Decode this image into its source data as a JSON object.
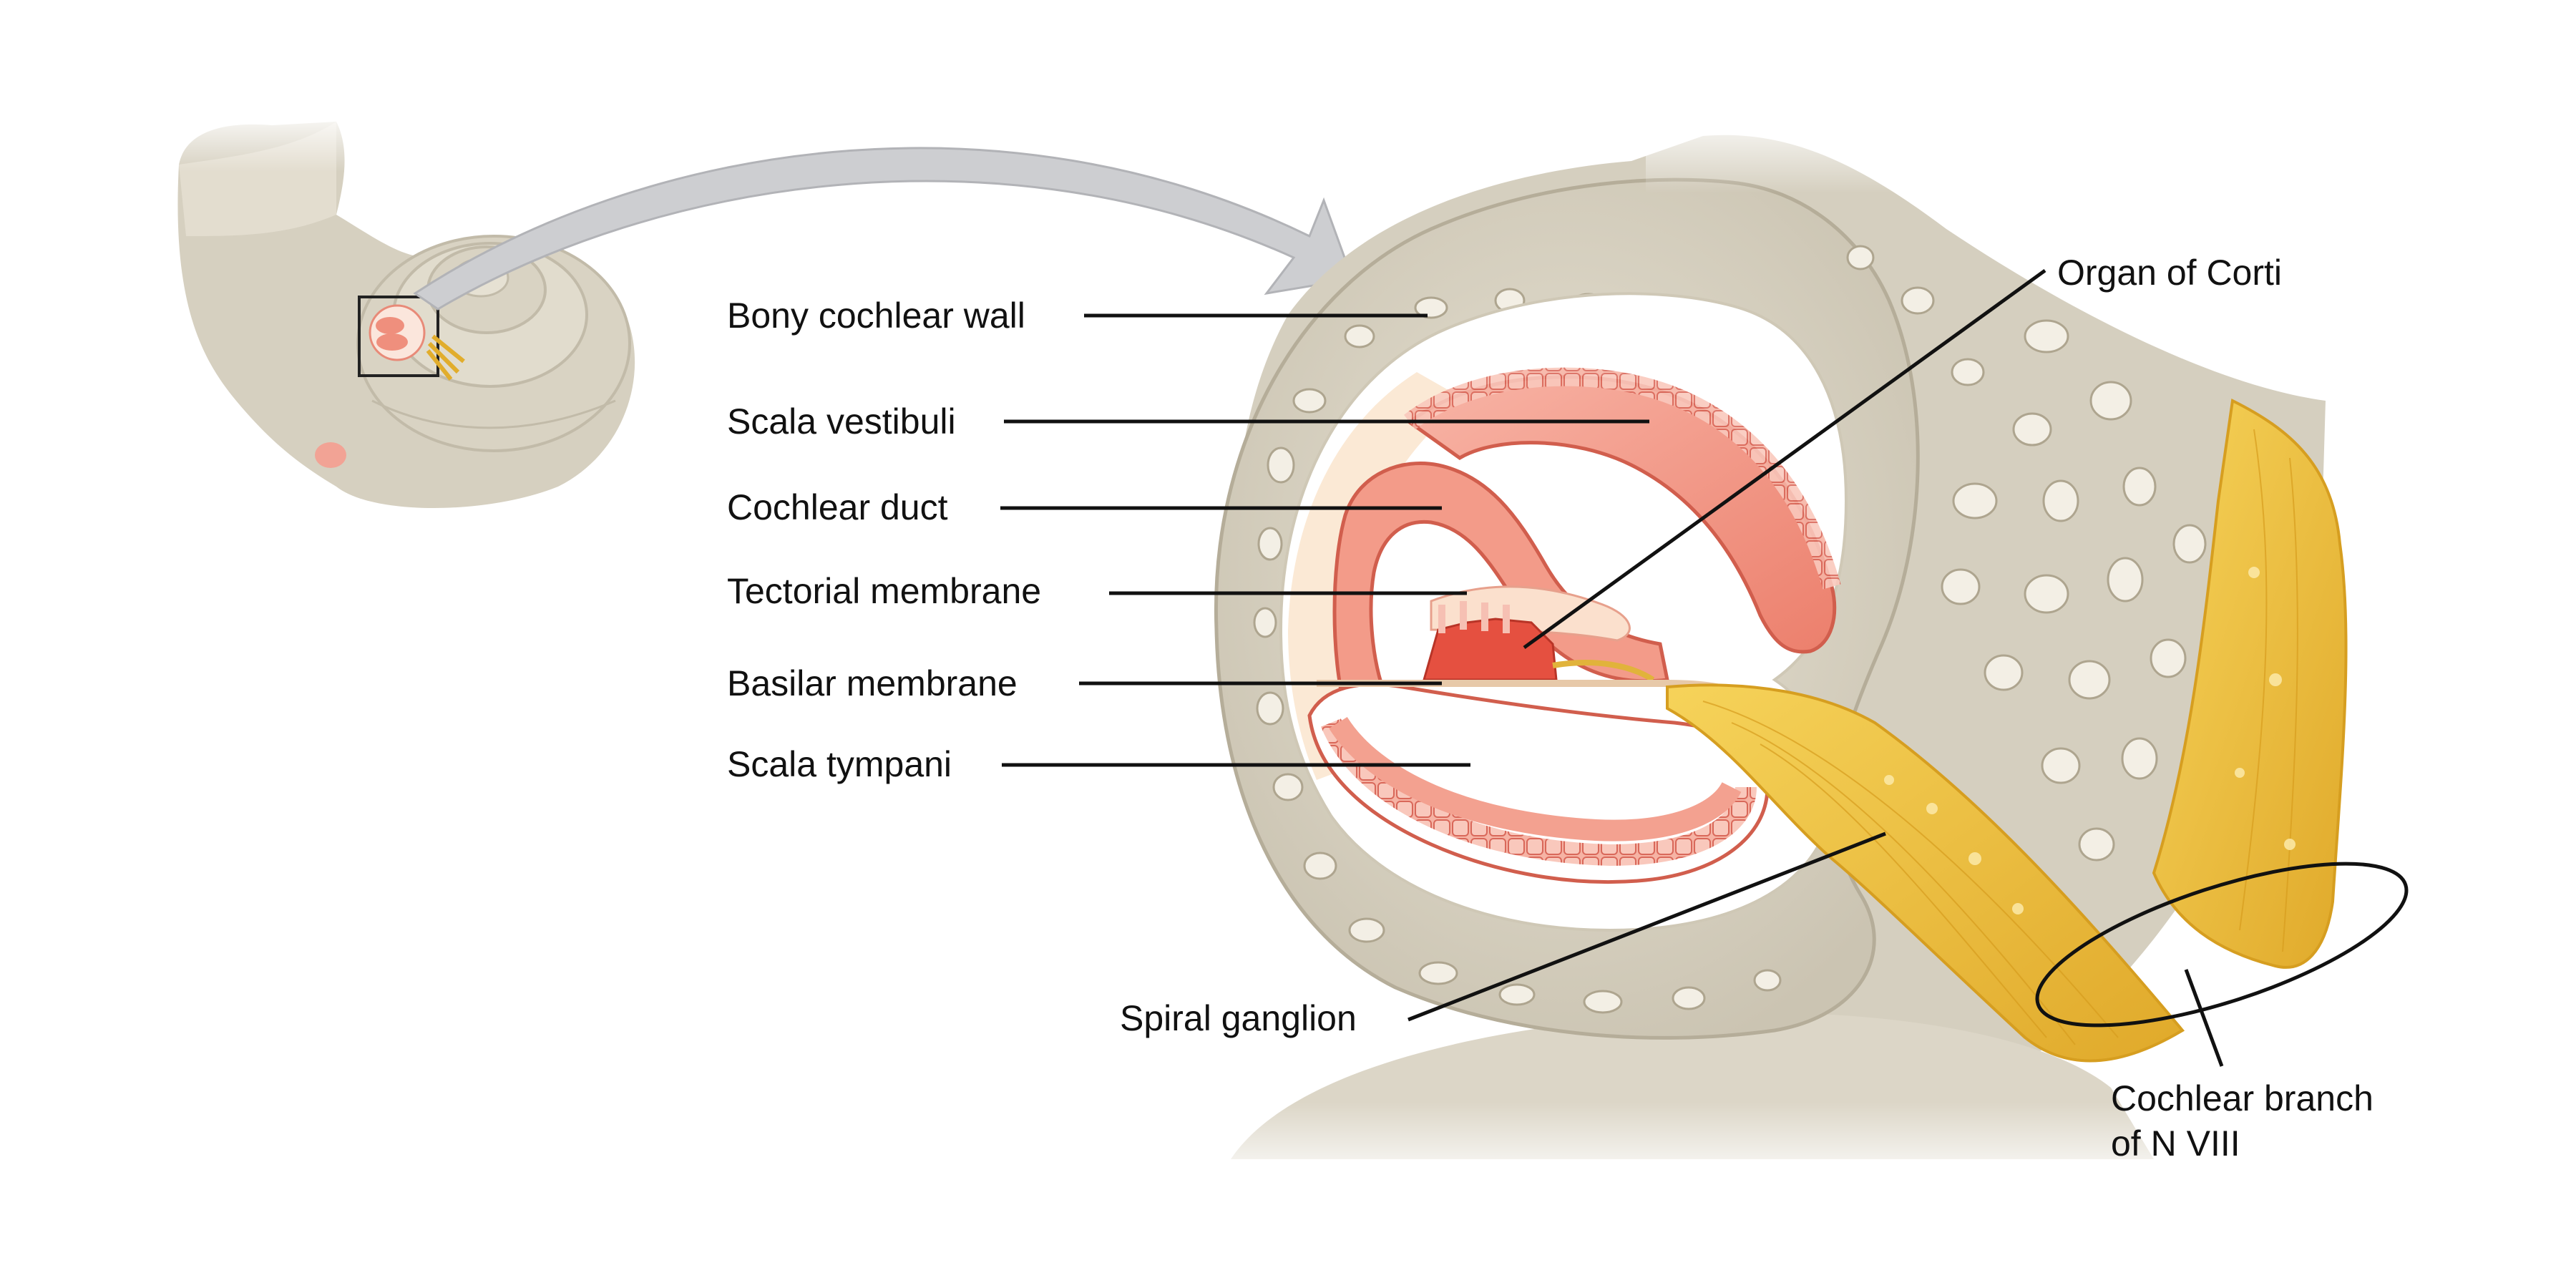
{
  "diagram": {
    "labels": {
      "bony_cochlear_wall": "Bony cochlear wall",
      "scala_vestibuli": "Scala vestibuli",
      "cochlear_duct": "Cochlear duct",
      "tectorial_membrane": "Tectorial membrane",
      "basilar_membrane": "Basilar membrane",
      "scala_tympani": "Scala tympani",
      "organ_of_corti": "Organ of Corti",
      "spiral_ganglion": "Spiral ganglion",
      "cochlear_branch_line1": "Cochlear branch",
      "cochlear_branch_line2": "of N VIII"
    },
    "colors": {
      "bone": "#d9d4c5",
      "bone_dark": "#b9b2a0",
      "bone_pore": "#f2eee4",
      "duct_pink": "#f4a394",
      "duct_red": "#e8725f",
      "cell_edge": "#d1574a",
      "fluid": "#fbeedd",
      "nerve": "#f0c43a",
      "nerve_dark": "#d9a322",
      "arrow": "#c8c9cc"
    }
  }
}
